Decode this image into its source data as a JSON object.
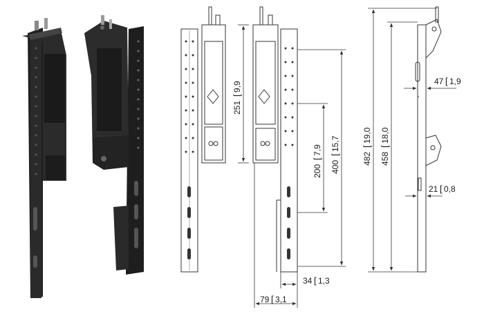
{
  "dimensions": {
    "d251": {
      "mm": "251",
      "in": "9,9"
    },
    "d200": {
      "mm": "200",
      "in": "7,9"
    },
    "d400": {
      "mm": "400",
      "in": "15,7"
    },
    "d34": {
      "mm": "34",
      "in": "1,3"
    },
    "d79": {
      "mm": "79",
      "in": "3,1"
    },
    "d482": {
      "mm": "482",
      "in": "19,0"
    },
    "d458": {
      "mm": "458",
      "in": "18,0"
    },
    "d47": {
      "mm": "47",
      "in": "1,9"
    },
    "d21": {
      "mm": "21",
      "in": "0,8"
    }
  },
  "colors": {
    "bracket_dark": "#222222",
    "bracket_mid": "#3a3a3a",
    "line": "#333333"
  }
}
